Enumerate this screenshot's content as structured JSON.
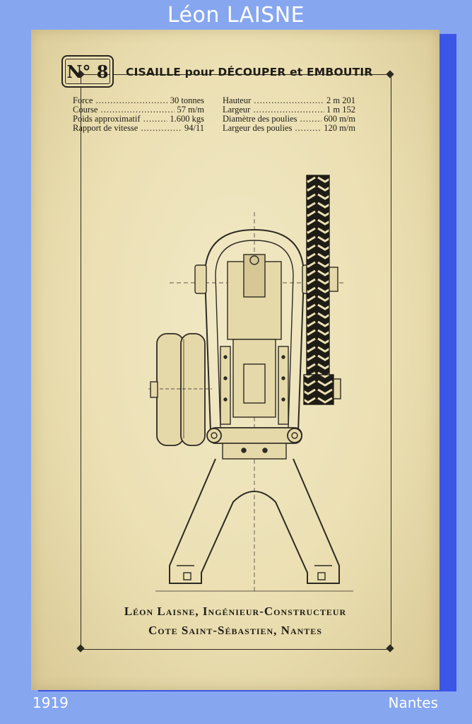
{
  "header": {
    "title": "Léon LAISNE"
  },
  "sheet": {
    "badge": "N° 8",
    "heading": "CISAILLE pour DÉCOUPER et EMBOUTIR",
    "specs_left": [
      {
        "label": "Force",
        "value": "30 tonnes"
      },
      {
        "label": "Course",
        "value": "57 m/m"
      },
      {
        "label": "Poids approximatif",
        "value": "1.600 kgs"
      },
      {
        "label": "Rapport de vitesse",
        "value": "94/11"
      }
    ],
    "specs_right": [
      {
        "label": "Hauteur",
        "value": "2 m 201"
      },
      {
        "label": "Largeur",
        "value": "1 m 152"
      },
      {
        "label": "Diamètre des poulies",
        "value": "600 m/m"
      },
      {
        "label": "Largeur des poulies",
        "value": "120 m/m"
      }
    ],
    "footer_line1": "Léon Laisne, Ingénieur-Constructeur",
    "footer_line2": "Cote Saint-Sébastien, Nantes"
  },
  "captions": {
    "year": "1919",
    "city": "Nantes"
  },
  "colors": {
    "background": "#86a6f0",
    "shadow": "#3b55e6",
    "paper": "#ebdfb2",
    "ink": "#1f1c16"
  }
}
